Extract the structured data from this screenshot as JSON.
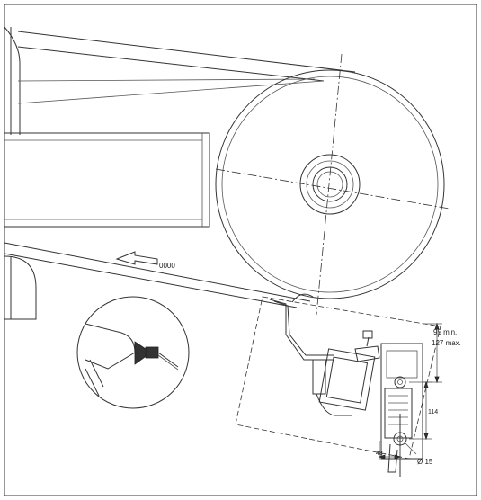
{
  "dimensions": {
    "min_label": "95 min.",
    "max_label": "127 max.",
    "spacing_label": "114",
    "offset_label": "48",
    "diameter_label": "Ø 15"
  },
  "direction_marks": "0000",
  "colors": {
    "line": "#333333",
    "background": "#ffffff"
  }
}
